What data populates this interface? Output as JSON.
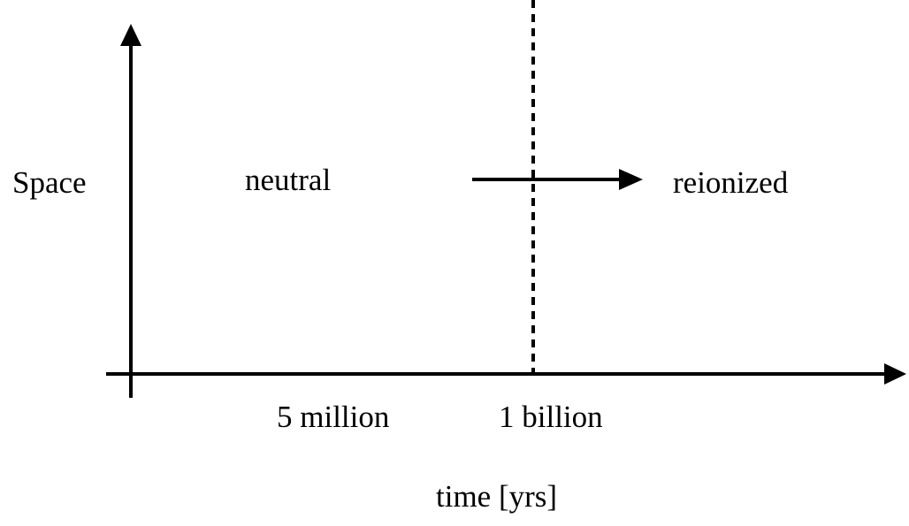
{
  "labels": {
    "y_axis": "Space",
    "left_region": "neutral",
    "right_region": "reionized",
    "tick_left": "5 million",
    "tick_right": "1 billion",
    "x_axis": "time [yrs]"
  },
  "colors": {
    "ink": "#000000",
    "background": "#ffffff"
  }
}
